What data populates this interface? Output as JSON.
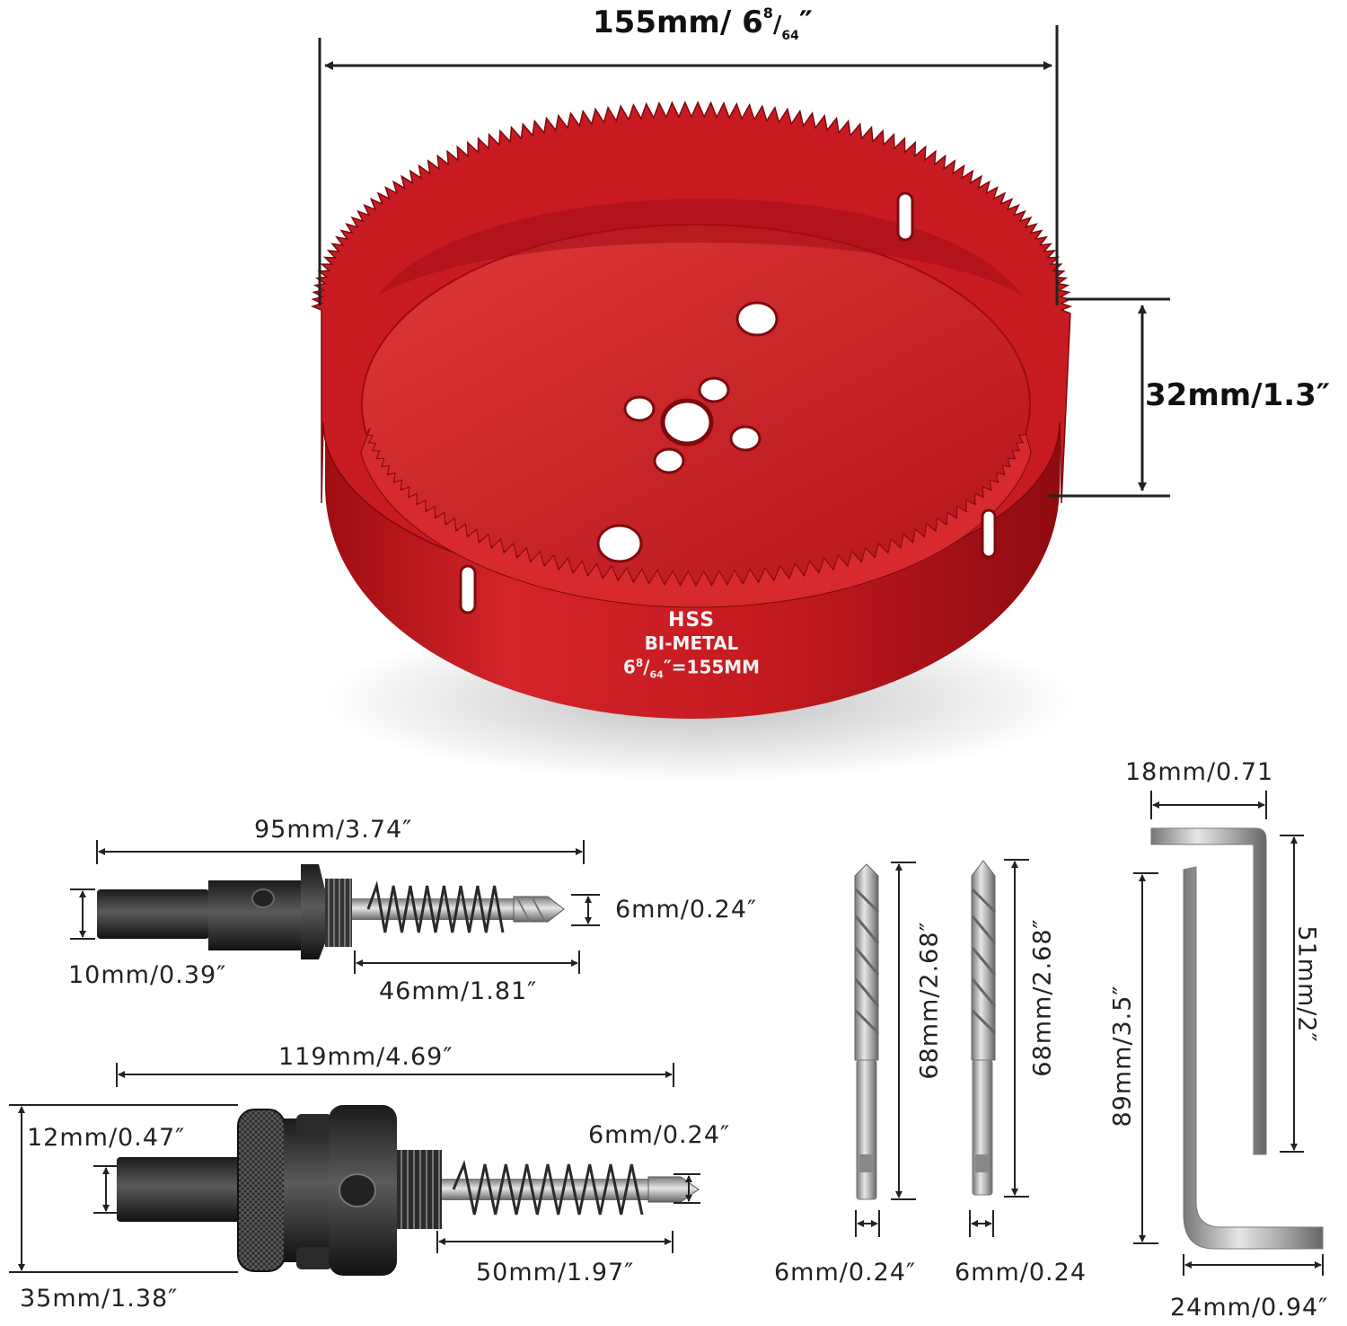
{
  "hole_saw": {
    "diameter_label": "155mm/ 6",
    "diameter_fraction": {
      "num": "8",
      "den": "64"
    },
    "depth_label": "32mm/1.3″",
    "stamp": {
      "line1": "HSS",
      "line2": "BI-METAL",
      "line3_prefix": "6",
      "line3_num": "8",
      "line3_den": "64",
      "line3_suffix": "″=155MM"
    },
    "color": "#c4121a"
  },
  "arbor_small": {
    "length": "95mm/3.74″",
    "drill_dia": "6mm/0.24″",
    "hex": "10mm/0.39″",
    "drill_len": "46mm/1.81″"
  },
  "arbor_large": {
    "length": "119mm/4.69″",
    "hex": "12mm/0.47″",
    "drill_dia": "6mm/0.24″",
    "drill_len": "50mm/1.97″",
    "body": "35mm/1.38″"
  },
  "pilot_bits": {
    "bit1_len": "68mm/2.68″",
    "bit2_len": "68mm/2.68″",
    "bit1_dia": "6mm/0.24″",
    "bit2_dia": "6mm/0.24"
  },
  "hex_keys": {
    "small_width": "18mm/0.71",
    "small_len": "51mm/2″",
    "large_len": "89mm/3.5″",
    "large_width": "24mm/0.94″"
  }
}
